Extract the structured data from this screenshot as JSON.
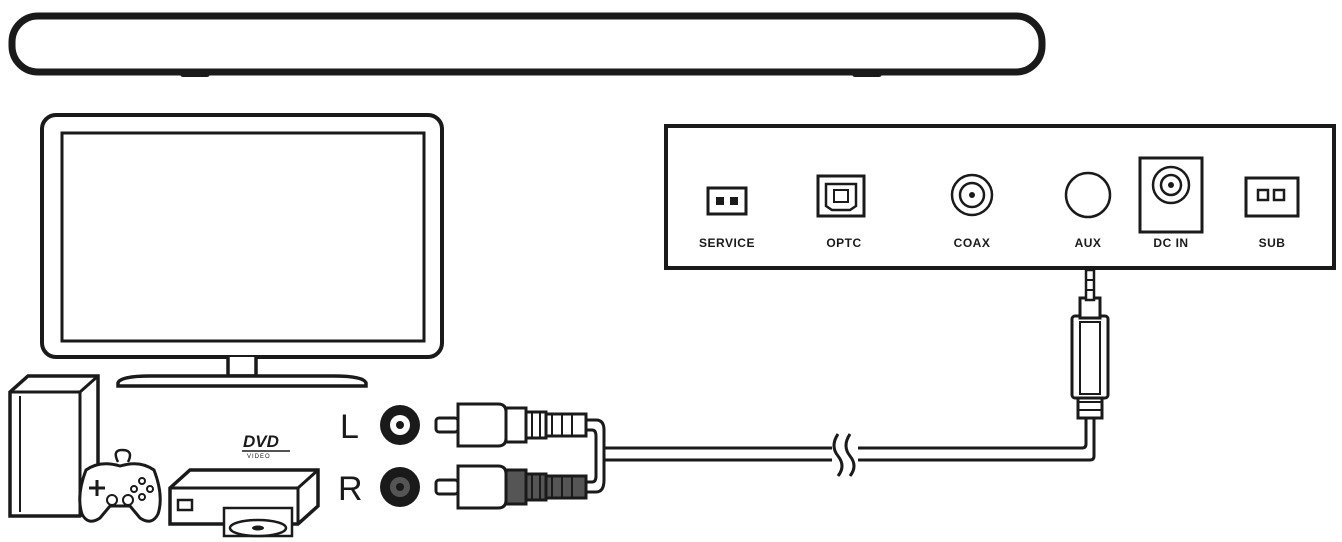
{
  "panel": {
    "ports": [
      {
        "id": "service",
        "label": "SERVICE"
      },
      {
        "id": "optc",
        "label": "OPTC"
      },
      {
        "id": "coax",
        "label": "COAX"
      },
      {
        "id": "aux",
        "label": "AUX"
      },
      {
        "id": "dcin",
        "label": "DC IN"
      },
      {
        "id": "sub",
        "label": "SUB"
      }
    ]
  },
  "rca": {
    "left_label": "L",
    "right_label": "R"
  },
  "dvd": {
    "logo": "DVD",
    "sublogo": "VIDEO"
  },
  "colors": {
    "line": "#1a1a1a",
    "fill": "#ffffff",
    "right_plug": "#555555"
  }
}
